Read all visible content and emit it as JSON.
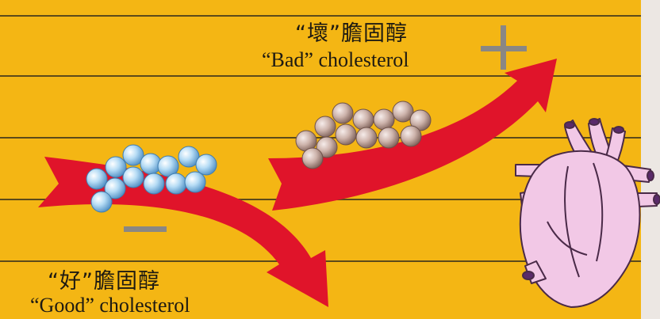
{
  "labels": {
    "bad_zh": "“壞”膽固醇",
    "bad_en": "“Bad” cholesterol",
    "good_zh": "“好”膽固醇",
    "good_en": "“Good” cholesterol"
  },
  "signs": {
    "bad": "plus-icon",
    "good": "minus-icon"
  },
  "colors": {
    "panel": "#f4b614",
    "ruled_line": "#5c4a1a",
    "arrow": "#e0142a",
    "good_particle": "#a8d2ef",
    "bad_particle": "#c9aea6",
    "heart": "#f2c8e6",
    "sign": "#8a8784"
  }
}
